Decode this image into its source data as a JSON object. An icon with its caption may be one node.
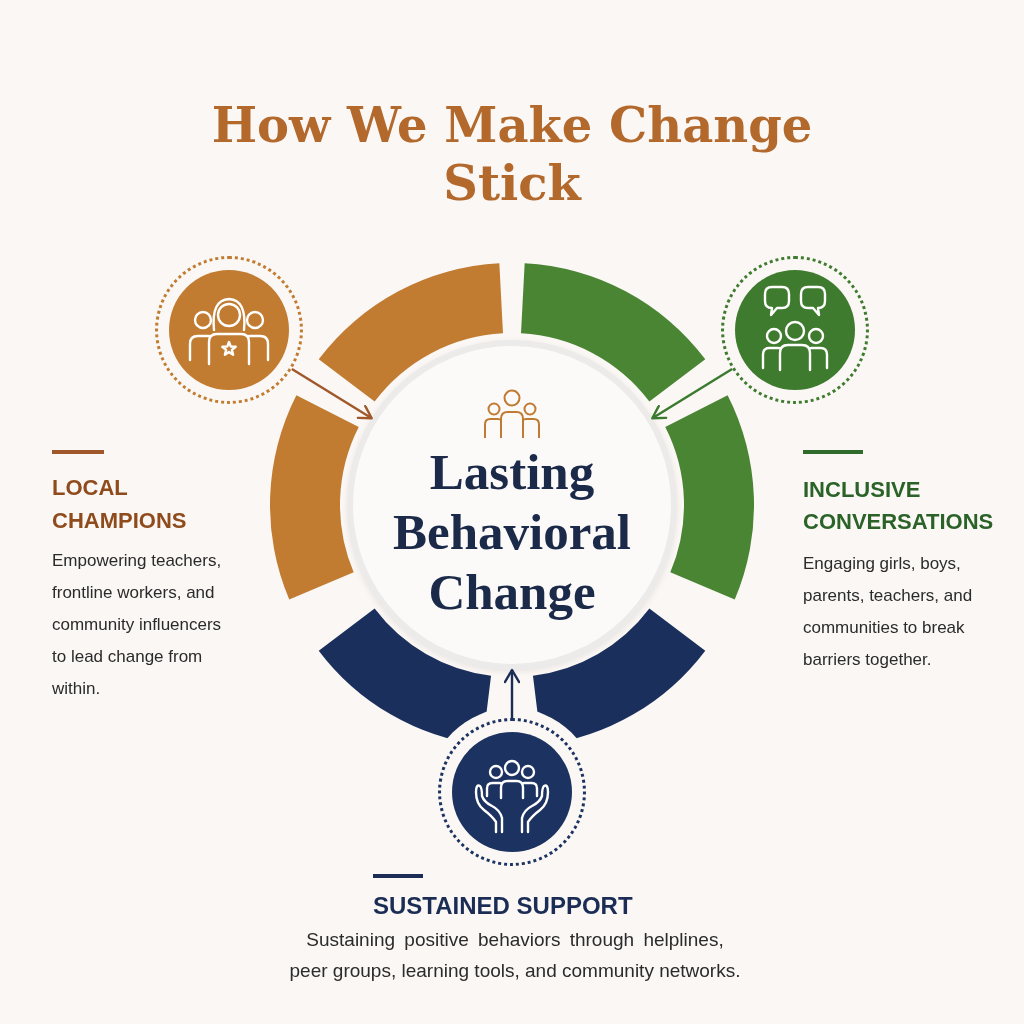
{
  "diagram": {
    "title": "How We Make Change Stick",
    "nodes": [
      {
        "text": [
          "Lasting Behavioral Change"
        ]
      },
      {
        "text": [],
        "shape": "circle",
        "beside": [
          "LOCAL CHAMPIONS",
          "Empowering teachers, frontline workers, and community influencers to lead change from within."
        ]
      },
      {
        "text": [],
        "shape": "circle",
        "beside": [
          "INCLUSIVE CONVERSATIONS",
          "Engaging girls, boys, parents, teachers, and communities to break barriers together."
        ]
      },
      {
        "text": [],
        "shape": "circle",
        "beside": [
          "SUSTAINED SUPPORT",
          "Sustaining positive behaviors through helplines, peer groups, learning tools, and community networks."
        ]
      }
    ],
    "edges": [
      {
        "from": 1,
        "to": 0,
        "arrow": "to",
        "color": "#a0582a"
      },
      {
        "from": 2,
        "to": 0,
        "arrow": "to",
        "color": "#3a7a2e"
      },
      {
        "from": 3,
        "to": 0,
        "arrow": "to",
        "color": "#1b2d55"
      }
    ]
  }
}
